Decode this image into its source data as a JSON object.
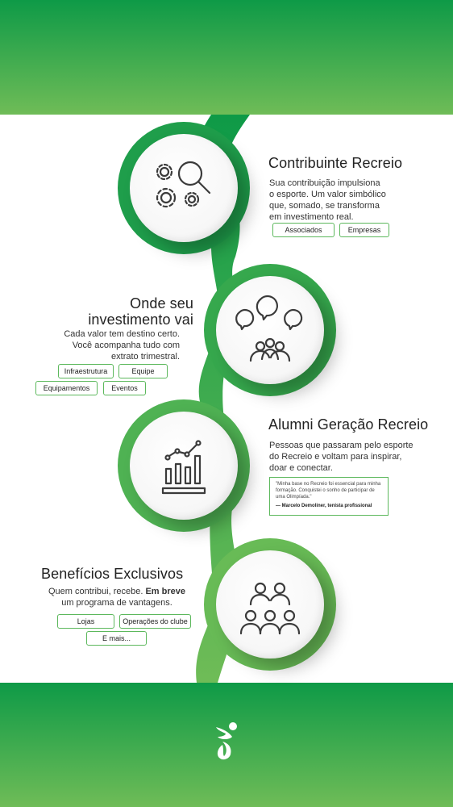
{
  "colors": {
    "brand_green": "#0e9a47",
    "light_green": "#6fbc57",
    "tag_border": "#5cb85c"
  },
  "sections": {
    "contribuinte": {
      "icon": "gears-magnifier-icon",
      "title": "Contribuinte Recreio",
      "desc": [
        "Sua contribuição impulsiona",
        "o esporte. Um valor simbólico",
        "que, somado, se transforma",
        "em investimento real."
      ],
      "tags": [
        "Associados",
        "Empresas"
      ]
    },
    "investimento": {
      "icon": "people-sharing-icon",
      "title": [
        "Onde seu",
        "investimento vai"
      ],
      "desc": [
        "Cada valor tem destino certo.",
        "Você acompanha tudo com",
        "extrato trimestral."
      ],
      "tags": [
        "Infraestrutura",
        "Equipe",
        "Equipamentos",
        "Eventos"
      ]
    },
    "alumni": {
      "icon": "bar-chart-growth-icon",
      "title": "Alumni Geração Recreio",
      "desc": [
        "Pessoas que passaram pelo esporte",
        "do Recreio e voltam para inspirar,",
        "doar e conectar."
      ],
      "quote": [
        "\"Minha base no Recreio foi essencial para minha",
        "formação. Conquistei o sonho de participar de",
        "uma Olimpíada.\""
      ],
      "quote_author": "— Marcelo Demoliner, tenista profissional"
    },
    "beneficios": {
      "icon": "group-people-icon",
      "title": "Benefícios Exclusivos",
      "desc_1a": "Quem contribui, recebe. ",
      "desc_1b": "Em breve",
      "desc_2": "um programa de vantagens.",
      "tags": [
        "Lojas",
        "Operações do clube",
        "E mais..."
      ]
    }
  },
  "footer": {
    "logo": "recreio-logo-icon"
  }
}
